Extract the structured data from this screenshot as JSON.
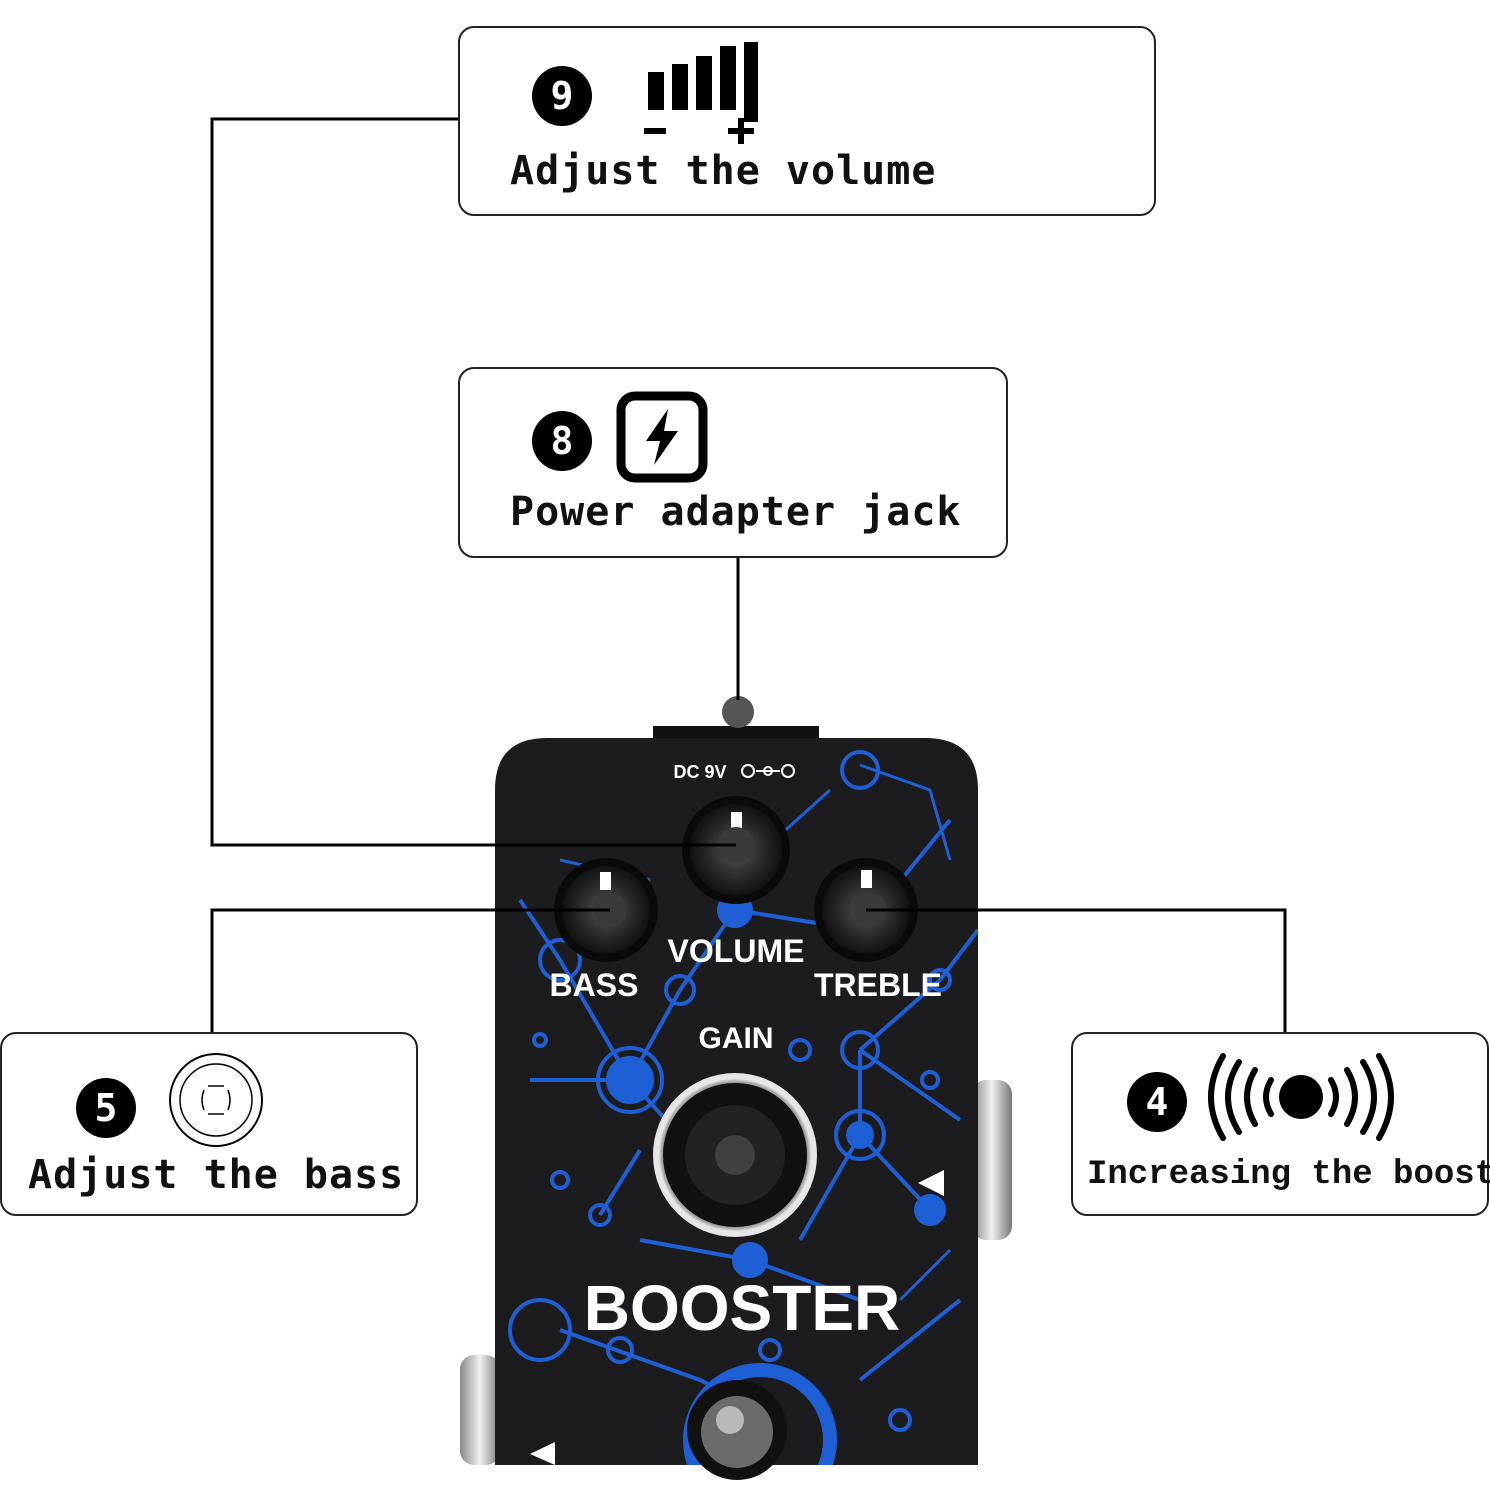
{
  "callouts": {
    "volume": {
      "number": "9",
      "label": "Adjust the volume",
      "icon": "volume-bars-icon"
    },
    "power": {
      "number": "8",
      "label": "Power adapter jack",
      "icon": "lightning-icon"
    },
    "bass": {
      "number": "5",
      "label": "Adjust the bass",
      "icon": "knob-icon"
    },
    "booster": {
      "number": "4",
      "label": "Increasing the booster",
      "icon": "broadcast-waves-icon"
    }
  },
  "pedal": {
    "dc_label": "DC 9V",
    "knob_volume": "VOLUME",
    "knob_bass": "BASS",
    "knob_treble": "TREBLE",
    "knob_gain": "GAIN",
    "name": "BOOSTER"
  },
  "colors": {
    "pedal_body": "#1c1c1e",
    "circuit_blue": "#1f5fd6",
    "line": "#000000"
  }
}
